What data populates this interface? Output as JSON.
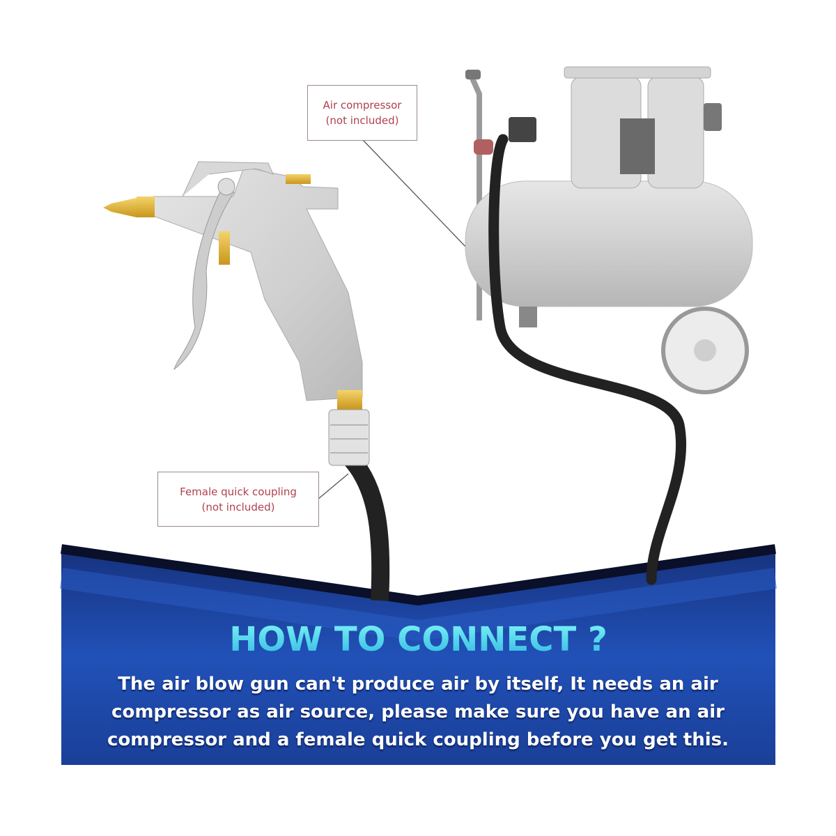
{
  "callouts": {
    "compressor": {
      "line1": "Air compressor",
      "line2": "(not included)"
    },
    "coupling": {
      "line1": "Female quick coupling",
      "line2": "(not included)"
    }
  },
  "banner": {
    "title": "HOW TO CONNECT ?",
    "body": "The air blow gun can't produce air by itself, It needs an air compressor as air source, please make sure you have an air compressor and a female quick coupling before you get this."
  },
  "colors": {
    "banner_blue": "#1d47a8",
    "callout_text": "#b0404e",
    "title_cyan": "#4fd8ee"
  }
}
